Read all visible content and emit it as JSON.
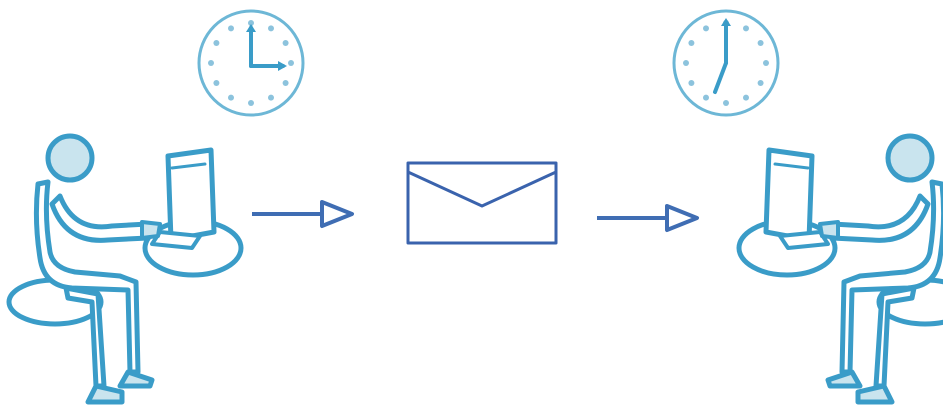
{
  "diagram": {
    "type": "asynchronous-message-flow",
    "colors": {
      "figure_stroke": "#3a9cc8",
      "figure_fill": "#c9e4ee",
      "clock_stroke": "#6db7d6",
      "clock_dots": "#8cc3dd",
      "clock_hands": "#3a9cc8",
      "arrow": "#3f6db3",
      "envelope": "#3a63ad"
    },
    "nodes": [
      {
        "id": "sender",
        "icon": "person-at-computer-icon",
        "clock_time": "3:00"
      },
      {
        "id": "message",
        "icon": "envelope-icon"
      },
      {
        "id": "receiver",
        "icon": "person-at-computer-icon",
        "clock_time": "7:00"
      }
    ],
    "edges": [
      {
        "from": "sender",
        "to": "message",
        "icon": "arrow-right-icon"
      },
      {
        "from": "message",
        "to": "receiver",
        "icon": "arrow-right-icon"
      }
    ]
  }
}
